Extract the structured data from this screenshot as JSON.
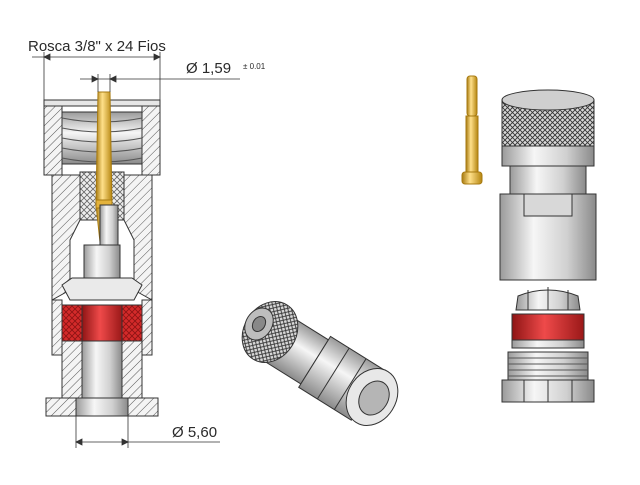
{
  "dimensions": {
    "thread": "Rosca 3/8\" x 24 Fios",
    "pin_diameter": "1,59",
    "pin_tolerance": "± 0.01",
    "bore_diameter": "5,60",
    "diameter_symbol": "Ø"
  },
  "colors": {
    "outline": "#333333",
    "metal_light": "#f2f2f2",
    "metal_mid": "#c8c8c8",
    "metal_dark": "#8a8a8a",
    "gold": "#e3b23c",
    "gold_dark": "#a77a10",
    "red": "#d42a2a",
    "red_dark": "#8e1414"
  }
}
